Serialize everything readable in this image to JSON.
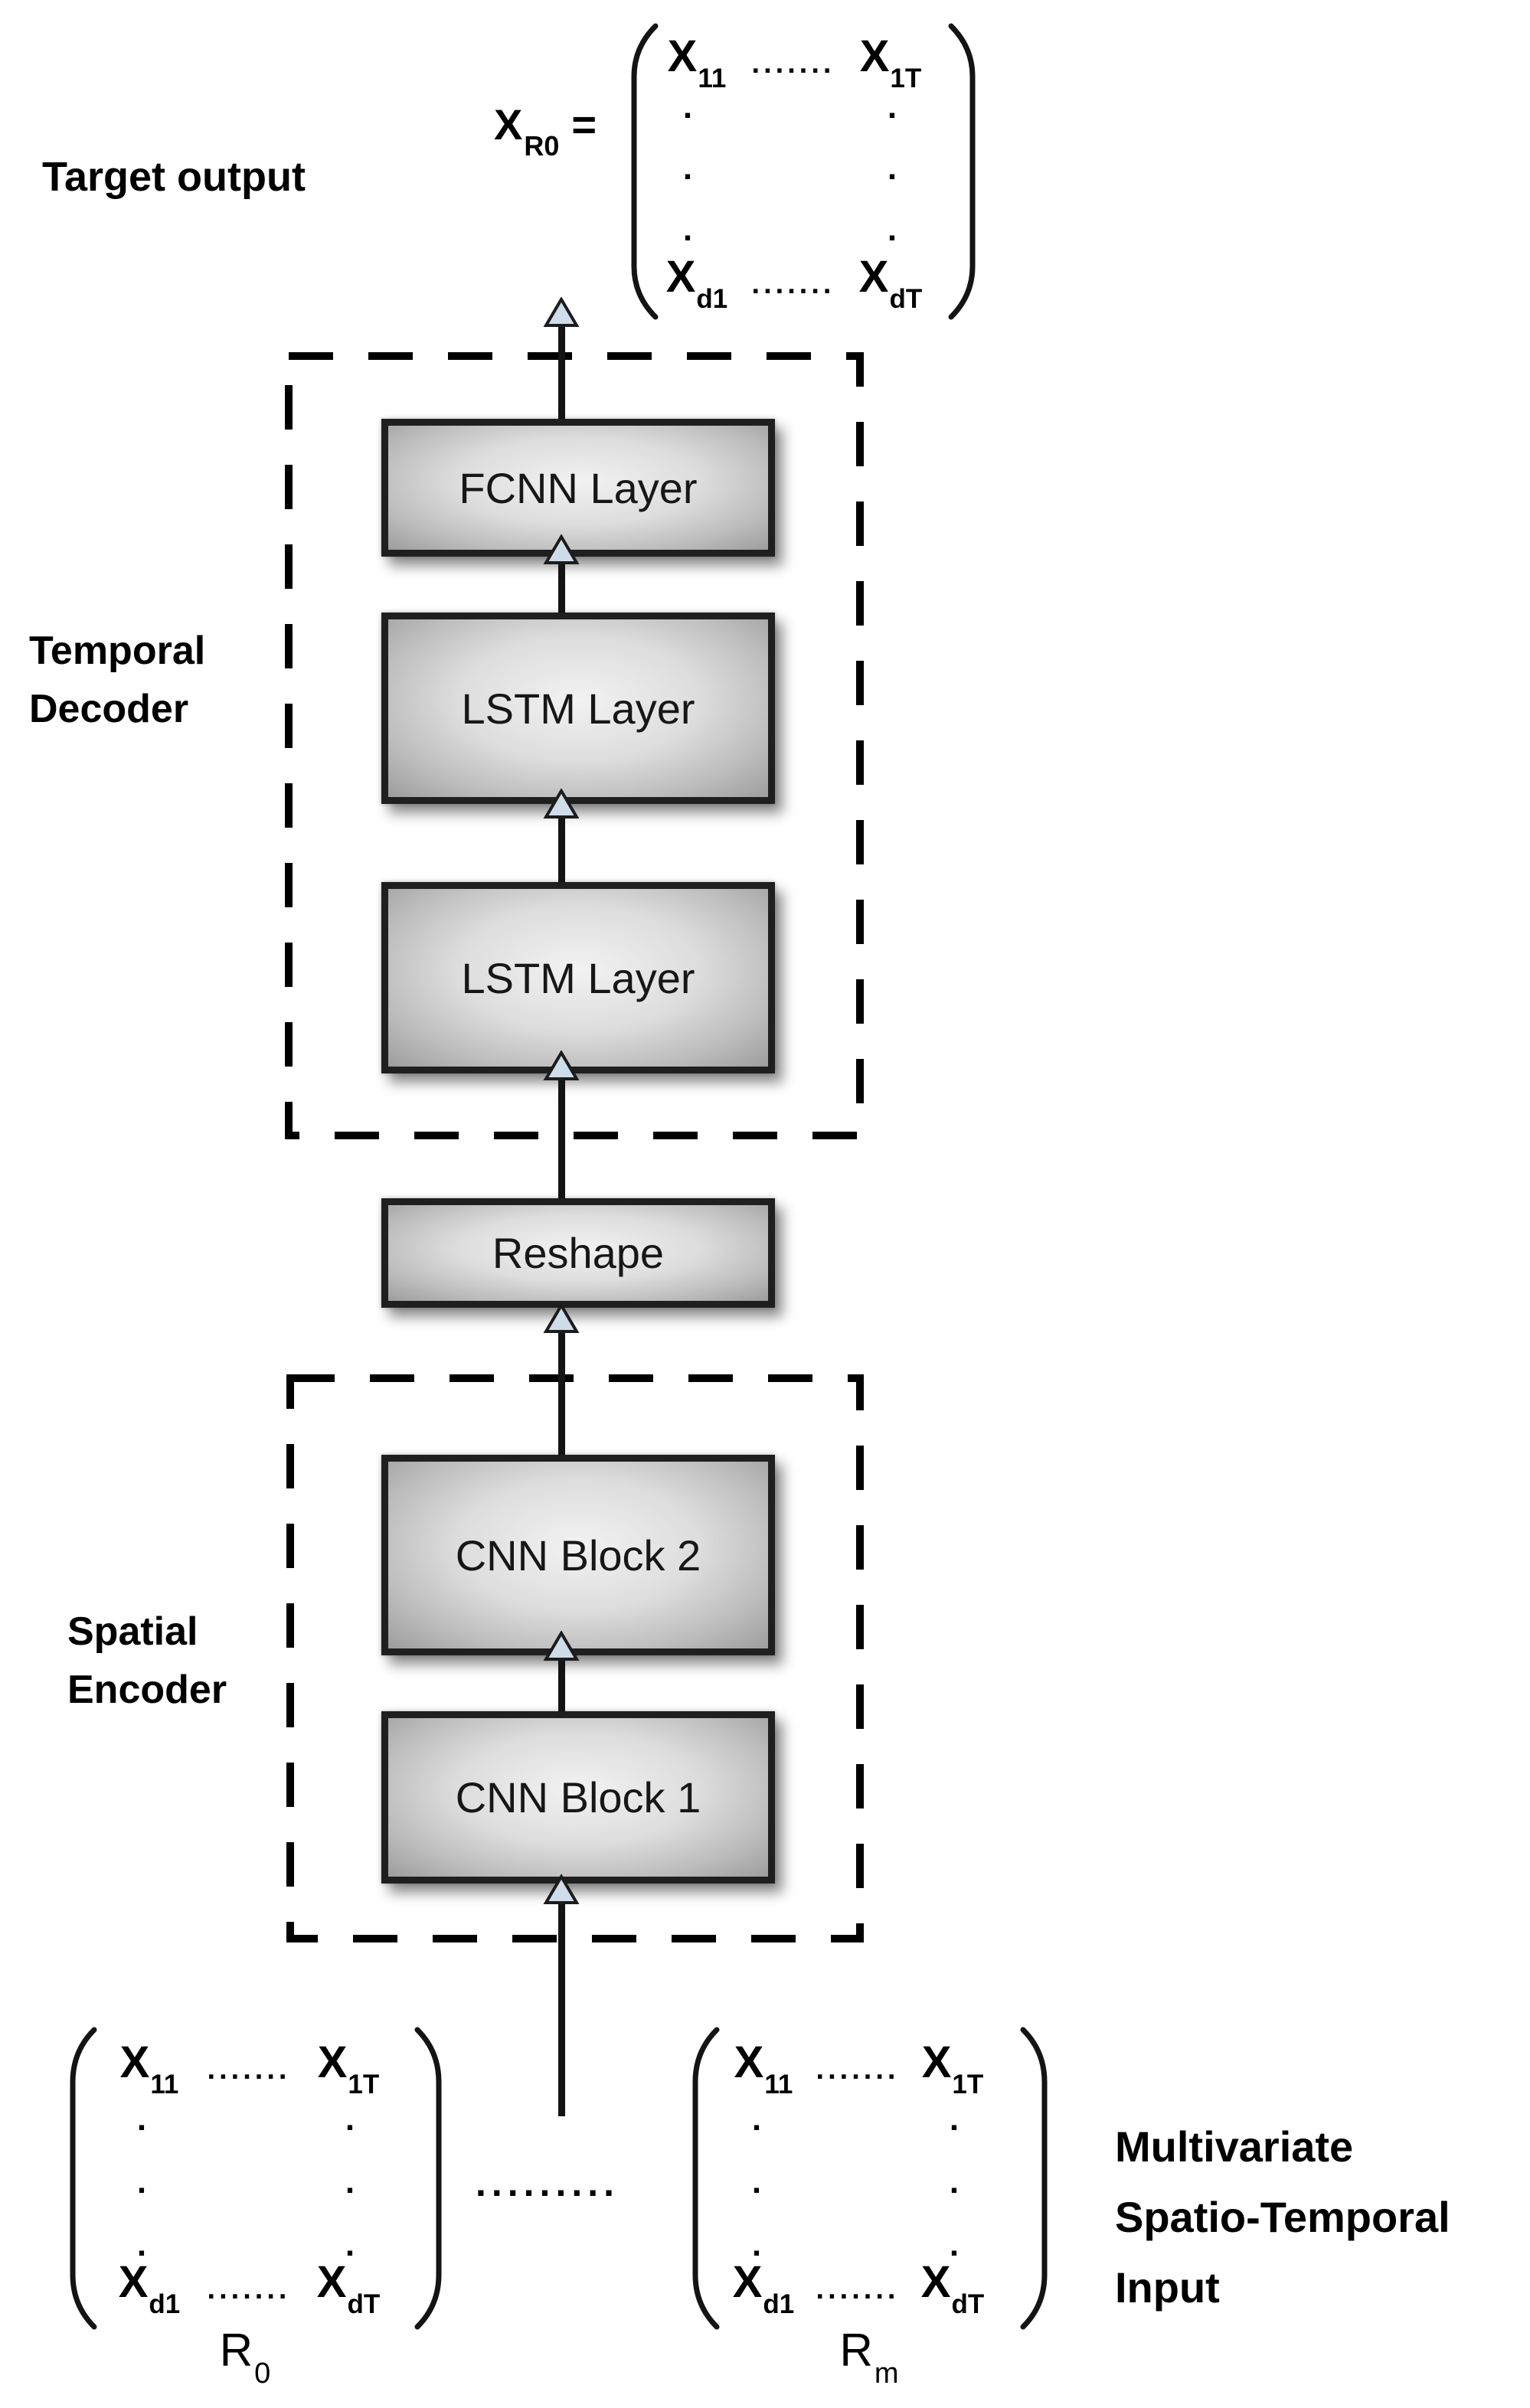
{
  "labels": {
    "target_output": "Target output",
    "temporal_decoder_line1": "Temporal",
    "temporal_decoder_line2": "Decoder",
    "spatial_encoder_line1": "Spatial",
    "spatial_encoder_line2": "Encoder",
    "input_line1": "Multivariate",
    "input_line2": "Spatio-Temporal",
    "input_line3": "Input"
  },
  "equation": {
    "symbol": "X",
    "subscript": "R0",
    "equals": "="
  },
  "blocks": {
    "fcnn": "FCNN Layer",
    "lstm_upper": "LSTM Layer",
    "lstm_lower": "LSTM Layer",
    "reshape": "Reshape",
    "cnn_block2": "CNN Block 2",
    "cnn_block1": "CNN Block 1"
  },
  "matrices": {
    "target": {
      "r1c1": "X",
      "r1c1_sub": "11",
      "r1_dots": ".......",
      "r1c2": "X",
      "r1c2_sub": "1T",
      "r2c1": "X",
      "r2c1_sub": "d1",
      "r2_dots": ".......",
      "r2c2": "X",
      "r2c2_sub": "dT"
    },
    "region_first": {
      "r1c1": "X",
      "r1c1_sub": "11",
      "r1_dots": ".......",
      "r1c2": "X",
      "r1c2_sub": "1T",
      "r2c1": "X",
      "r2c1_sub": "d1",
      "r2_dots": ".......",
      "r2c2": "X",
      "r2c2_sub": "dT",
      "label": "R",
      "label_sub": "0"
    },
    "region_last": {
      "r1c1": "X",
      "r1c1_sub": "11",
      "r1_dots": ".......",
      "r1c2": "X",
      "r1c2_sub": "1T",
      "r2c1": "X",
      "r2c1_sub": "d1",
      "r2_dots": ".......",
      "r2c2": "X",
      "r2c2_sub": "dT",
      "label": "R",
      "label_sub": "m"
    },
    "column_dot": ".",
    "separator_dots": "........."
  },
  "colors": {
    "box_border": "#1f1f1f",
    "box_fill_center": "#f2f2f2",
    "box_fill_edge": "#9d9d9d",
    "dashed_border": "#000000",
    "arrow_line": "#141414",
    "arrowhead_fill": "#cfdcea",
    "text": "#000000",
    "background": "#ffffff"
  }
}
